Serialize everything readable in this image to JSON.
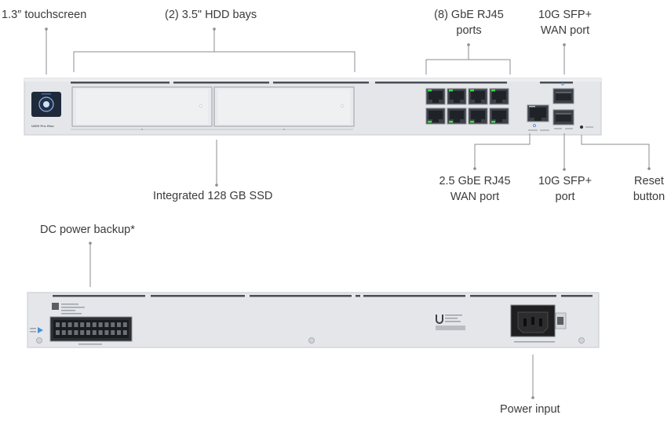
{
  "callouts": {
    "touchscreen": "1.3″ touchscreen",
    "hdd_bays": "(2) 3.5\" HDD bays",
    "rj45_ports": [
      "(8) GbE RJ45",
      "ports"
    ],
    "sfp_wan": [
      "10G SFP+",
      "WAN port"
    ],
    "ssd": "Integrated 128 GB SSD",
    "rj45_wan": [
      "2.5 GbE RJ45",
      "WAN port"
    ],
    "sfp_port": [
      "10G SFP+",
      "port"
    ],
    "reset": [
      "Reset",
      "button"
    ],
    "dc_power": "DC power backup*",
    "power_input": "Power input"
  },
  "device_text": {
    "model": "UDM Pro Max"
  },
  "colors": {
    "chassis": "#e4e6e9",
    "chassis_edge": "#c7cacf",
    "port_dark": "#3c4148",
    "led_green": "#3ddc4a",
    "leader_line": "#8a8d91",
    "power_socket": "#1f1f21"
  }
}
